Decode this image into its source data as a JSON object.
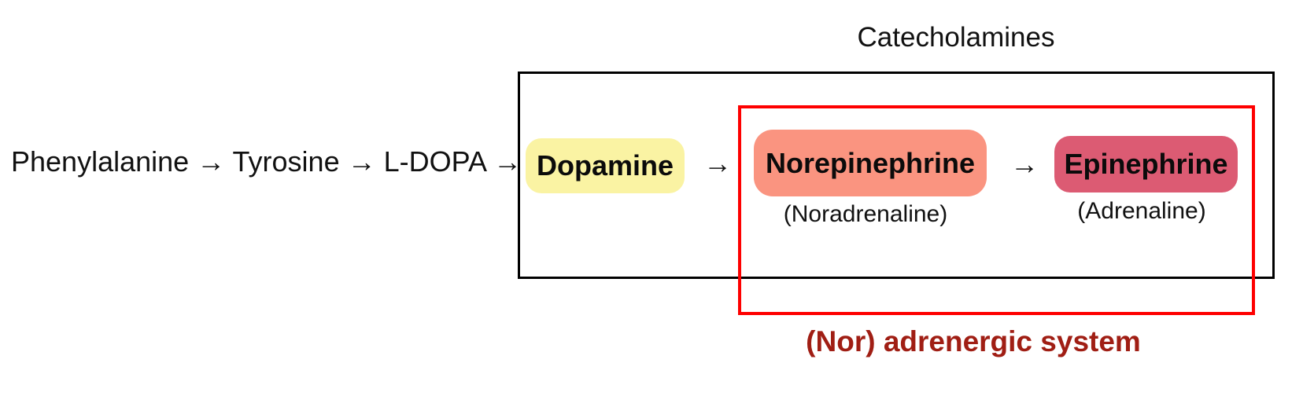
{
  "pathway": {
    "precursors_text": "Phenylalanine → Tyrosine → L-DOPA →",
    "arrow": "→"
  },
  "catecholamines": {
    "group_label": "Catecholamines",
    "dopamine": {
      "label": "Dopamine"
    },
    "norepinephrine": {
      "label": "Norepinephrine",
      "alt_name": "(Noradrenaline)"
    },
    "epinephrine": {
      "label": "Epinephrine",
      "alt_name": "(Adrenaline)"
    }
  },
  "adrenergic_system": {
    "label": "(Nor) adrenergic system"
  },
  "colors": {
    "dopamine_bg": "#faf3a3",
    "norepinephrine_bg": "#fa9480",
    "epinephrine_bg": "#dc5b73",
    "catecholamines_frame": "#000000",
    "adrenergic_frame": "#fe0000",
    "adrenergic_label": "#a01e14",
    "text": "#111111"
  }
}
